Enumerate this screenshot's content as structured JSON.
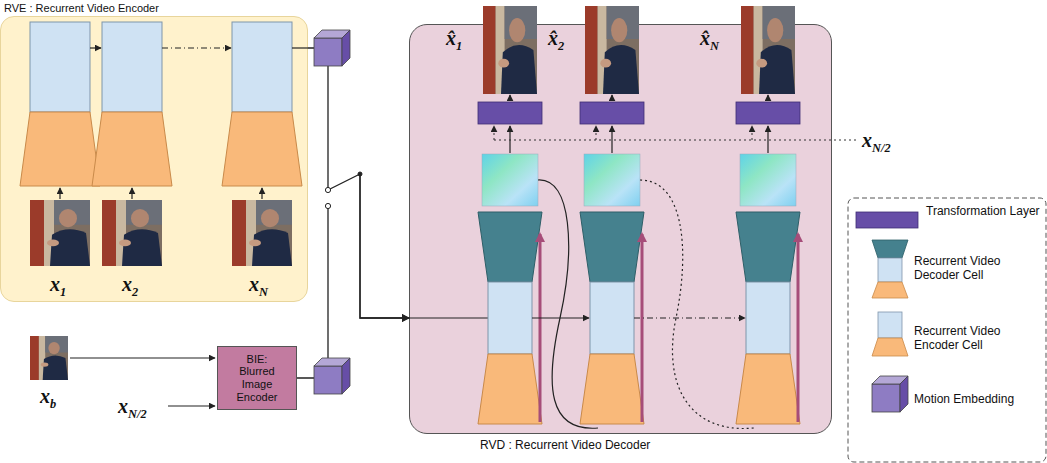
{
  "diagram": {
    "nodes": [
      {
        "text": [
          "RVE : Recurrent Video Encoder"
        ]
      },
      {
        "text": [
          "RVD : Recurrent Video Decoder"
        ]
      },
      {
        "text": [
          "BIE: Blurred Image Encoder"
        ]
      }
    ],
    "edges": [
      {
        "from": 0,
        "to": 1,
        "arrow": "to"
      },
      {
        "from": 2,
        "to": 1,
        "arrow": "to"
      }
    ],
    "labels": [
      "x1",
      "x2",
      "xN",
      "x̂1",
      "x̂2",
      "x̂N",
      "xN/2",
      "xb",
      "xN/2"
    ],
    "legend": [
      {
        "text": "Transformation Layer"
      },
      {
        "text": "Recurrent Video Decoder Cell"
      },
      {
        "text": "Recurrent Video Encoder Cell"
      },
      {
        "text": "Motion Embedding"
      }
    ]
  }
}
